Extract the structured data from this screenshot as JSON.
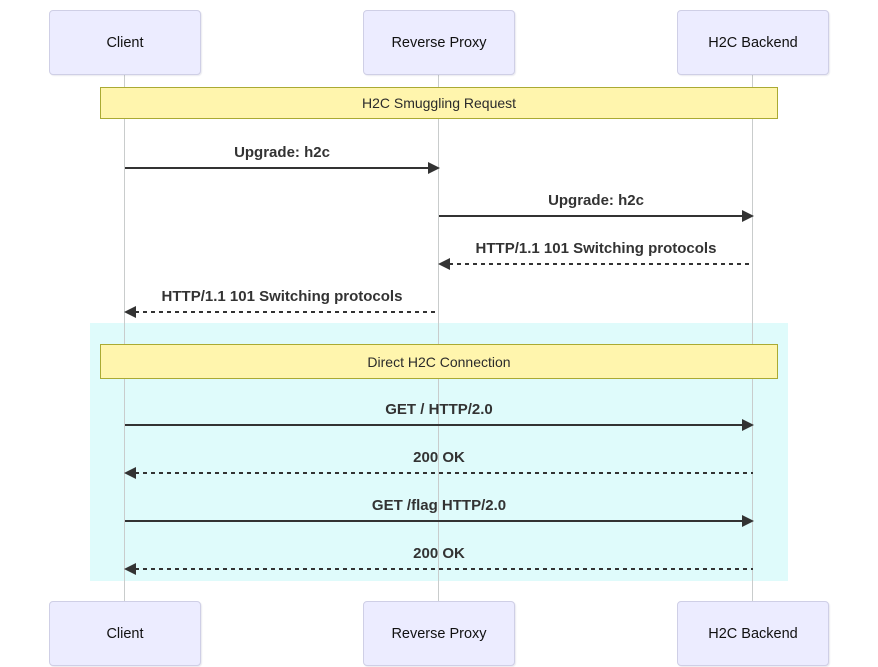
{
  "diagram": {
    "type": "sequence",
    "actors": [
      {
        "name": "Client"
      },
      {
        "name": "Reverse Proxy"
      },
      {
        "name": "H2C Backend"
      }
    ],
    "notes": [
      {
        "label": "H2C Smuggling Request",
        "span": "Client to H2C Backend"
      },
      {
        "label": "Direct H2C Connection",
        "span": "Client to H2C Backend"
      }
    ],
    "messages": [
      {
        "from": "Client",
        "to": "Reverse Proxy",
        "label": "Upgrade: h2c",
        "line": "solid"
      },
      {
        "from": "Reverse Proxy",
        "to": "H2C Backend",
        "label": "Upgrade: h2c",
        "line": "solid"
      },
      {
        "from": "H2C Backend",
        "to": "Reverse Proxy",
        "label": "HTTP/1.1 101 Switching protocols",
        "line": "dashed"
      },
      {
        "from": "Reverse Proxy",
        "to": "Client",
        "label": "HTTP/1.1 101 Switching protocols",
        "line": "dashed"
      },
      {
        "from": "Client",
        "to": "H2C Backend",
        "label": "GET / HTTP/2.0",
        "line": "solid"
      },
      {
        "from": "H2C Backend",
        "to": "Client",
        "label": "200 OK",
        "line": "dashed"
      },
      {
        "from": "Client",
        "to": "H2C Backend",
        "label": "GET /flag HTTP/2.0",
        "line": "solid"
      },
      {
        "from": "H2C Backend",
        "to": "Client",
        "label": "200 OK",
        "line": "dashed"
      }
    ],
    "colors": {
      "background": "#FFFFFF",
      "actor_fill": "#ECECFF",
      "actor_border": "#CFCFE6",
      "note_fill": "#FFF5AD",
      "note_border": "#AAAA33",
      "highlight_fill": "#DFFBFB",
      "message_line": "#333333",
      "message_text": "#333333",
      "lifeline": "#C9CCCC"
    }
  }
}
